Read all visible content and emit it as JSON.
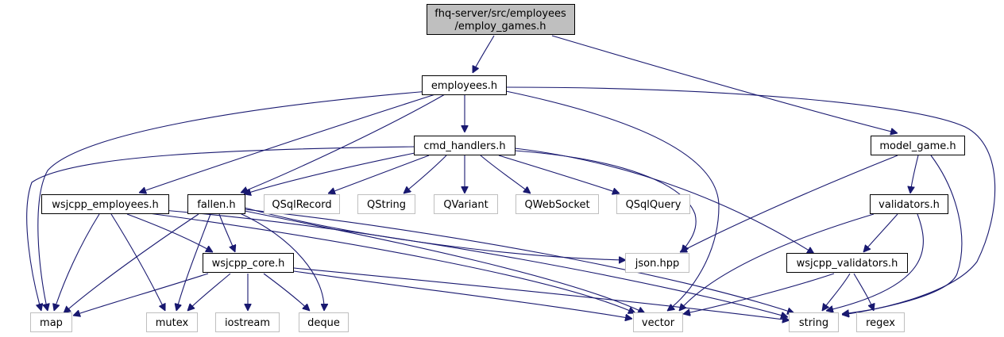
{
  "diagram": {
    "type": "include-dependency-graph",
    "root": {
      "line1": "fhq-server/src/employees",
      "line2": "/employ_games.h"
    },
    "nodes": {
      "employees": "employees.h",
      "cmd_handlers": "cmd_handlers.h",
      "model_game": "model_game.h",
      "wsjcpp_employees": "wsjcpp_employees.h",
      "fallen": "fallen.h",
      "qsqlrecord": "QSqlRecord",
      "qstring": "QString",
      "qvariant": "QVariant",
      "qwebsocket": "QWebSocket",
      "qsqlquery": "QSqlQuery",
      "validators": "validators.h",
      "wsjcpp_core": "wsjcpp_core.h",
      "json": "json.hpp",
      "wsjcpp_validators": "wsjcpp_validators.h",
      "map": "map",
      "mutex": "mutex",
      "iostream": "iostream",
      "deque": "deque",
      "vector": "vector",
      "string": "string",
      "regex": "regex"
    },
    "edges": [
      [
        "root",
        "employees"
      ],
      [
        "root",
        "model_game"
      ],
      [
        "employees",
        "cmd_handlers"
      ],
      [
        "employees",
        "map"
      ],
      [
        "employees",
        "wsjcpp_employees"
      ],
      [
        "employees",
        "fallen"
      ],
      [
        "employees",
        "vector"
      ],
      [
        "employees",
        "string"
      ],
      [
        "cmd_handlers",
        "map"
      ],
      [
        "cmd_handlers",
        "fallen"
      ],
      [
        "cmd_handlers",
        "qsqlrecord"
      ],
      [
        "cmd_handlers",
        "qstring"
      ],
      [
        "cmd_handlers",
        "qvariant"
      ],
      [
        "cmd_handlers",
        "qwebsocket"
      ],
      [
        "cmd_handlers",
        "qsqlquery"
      ],
      [
        "cmd_handlers",
        "json"
      ],
      [
        "cmd_handlers",
        "wsjcpp_validators"
      ],
      [
        "model_game",
        "json"
      ],
      [
        "model_game",
        "validators"
      ],
      [
        "model_game",
        "string"
      ],
      [
        "validators",
        "wsjcpp_validators"
      ],
      [
        "validators",
        "vector"
      ],
      [
        "validators",
        "string"
      ],
      [
        "wsjcpp_validators",
        "vector"
      ],
      [
        "wsjcpp_validators",
        "string"
      ],
      [
        "wsjcpp_validators",
        "regex"
      ],
      [
        "wsjcpp_employees",
        "map"
      ],
      [
        "wsjcpp_employees",
        "mutex"
      ],
      [
        "wsjcpp_employees",
        "wsjcpp_core"
      ],
      [
        "wsjcpp_employees",
        "vector"
      ],
      [
        "wsjcpp_employees",
        "string"
      ],
      [
        "fallen",
        "map"
      ],
      [
        "fallen",
        "mutex"
      ],
      [
        "fallen",
        "wsjcpp_core"
      ],
      [
        "fallen",
        "deque"
      ],
      [
        "fallen",
        "json"
      ],
      [
        "fallen",
        "vector"
      ],
      [
        "fallen",
        "string"
      ],
      [
        "wsjcpp_core",
        "map"
      ],
      [
        "wsjcpp_core",
        "mutex"
      ],
      [
        "wsjcpp_core",
        "iostream"
      ],
      [
        "wsjcpp_core",
        "deque"
      ],
      [
        "wsjcpp_core",
        "vector"
      ],
      [
        "wsjcpp_core",
        "string"
      ]
    ],
    "colors": {
      "root_fill": "#bfbfbf",
      "node_border": "#000000",
      "external_border": "#bfbfbf",
      "edge": "#191970"
    }
  }
}
